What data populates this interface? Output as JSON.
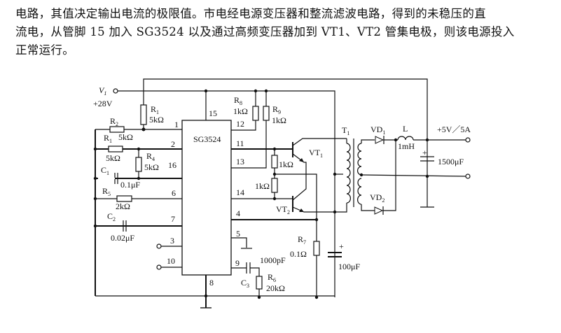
{
  "text": {
    "lines": [
      "电路，其值决定输出电流的极限值。市电经电源变压器和整流滤波电路，得到的未稳压的直",
      "流电，从管脚 15 加入 SG3524 以及通过高频变压器加到 VT1、VT2 管集电极，则该电源投入",
      "正常运行。"
    ]
  },
  "circuit": {
    "chip": "SG3524",
    "input": {
      "name": "V",
      "sub": "1",
      "value": "+28V"
    },
    "output": "+5V／5A",
    "pins": {
      "p1": "1",
      "p2": "2",
      "p16": "16",
      "p6": "6",
      "p7": "7",
      "p3": "3",
      "p10": "10",
      "p15": "15",
      "p12": "12",
      "p11": "11",
      "p13": "13",
      "p14": "14",
      "p4": "4",
      "p5": "5",
      "p9": "9",
      "p8": "8"
    },
    "R1": {
      "name": "R",
      "sub": "1",
      "value": "5kΩ"
    },
    "R2": {
      "name": "R",
      "sub": "2"
    },
    "R3": {
      "name": "R",
      "sub": "1",
      "value": "5kΩ",
      "value2": "5kΩ"
    },
    "R4": {
      "name": "R",
      "sub": "4",
      "value": "5kΩ"
    },
    "R5": {
      "name": "R",
      "sub": "5",
      "value": "2kΩ"
    },
    "R6": {
      "name": "R",
      "sub": "6",
      "value": "20kΩ"
    },
    "R7": {
      "name": "R",
      "sub": "7",
      "value": "0.1Ω"
    },
    "R8": {
      "name": "R",
      "sub": "8",
      "value": "1kΩ"
    },
    "R9": {
      "name": "R",
      "sub": "9",
      "value": "1kΩ"
    },
    "Rb1": {
      "value": "1kΩ"
    },
    "Rb2": {
      "value": "1kΩ"
    },
    "C1": {
      "name": "C",
      "sub": "1",
      "value": "0.1μF"
    },
    "C2": {
      "name": "C",
      "sub": "2",
      "value": "0.02μF"
    },
    "C3": {
      "name": "C",
      "sub": "3",
      "value": "1000pF"
    },
    "C4": {
      "value": "100μF",
      "plus": "+"
    },
    "C5": {
      "value": "1500μF",
      "plus": "+"
    },
    "VT1": {
      "name": "VT",
      "sub": "1"
    },
    "VT2": {
      "name": "VT",
      "sub": "2"
    },
    "T1": {
      "name": "T",
      "sub": "1"
    },
    "VD1": {
      "name": "VD",
      "sub": "1"
    },
    "VD2": {
      "name": "VD",
      "sub": "2"
    },
    "L": {
      "name": "L",
      "value": "1mH"
    }
  }
}
